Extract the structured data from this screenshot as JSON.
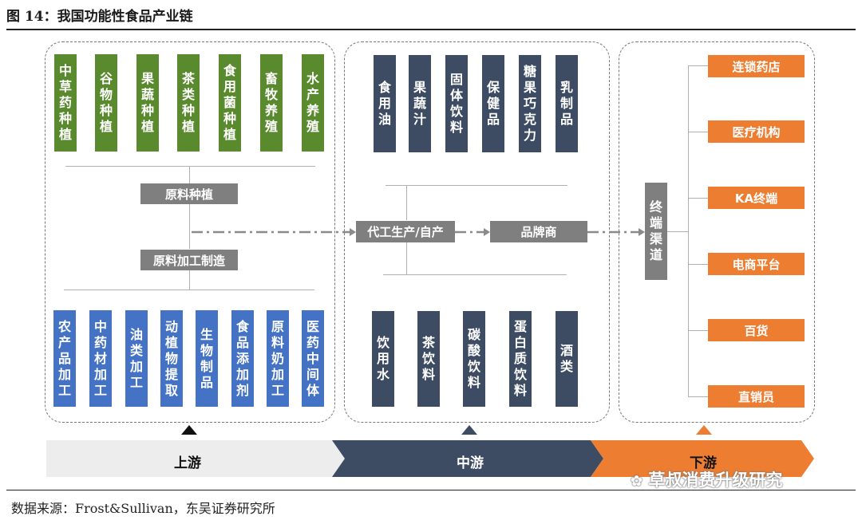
{
  "title": "图 14：我国功能性食品产业链",
  "source": "数据来源：Frost&Sullivan，东吴证券研究所",
  "watermark": "草叔消费升级研究",
  "upstream": {
    "planting": [
      "中草药种植",
      "谷物种植",
      "果蔬种植",
      "茶类种植",
      "食用菌种植",
      "畜牧养殖",
      "水产养殖"
    ],
    "planting_hub": "原料种植",
    "processing_hub": "原料加工制造",
    "processing": [
      "农产品加工",
      "中药材加工",
      "油类加工",
      "动植物提取",
      "生物制品",
      "食品添加剂",
      "原料奶加工",
      "医药中间体"
    ]
  },
  "midstream": {
    "top": [
      "食用油",
      "果蔬汁",
      "固体饮料",
      "保健品",
      "糖果巧克力",
      "乳制品"
    ],
    "oem": "代工生产/自产",
    "brand": "品牌商",
    "bottom": [
      "饮用水",
      "茶饮料",
      "碳酸饮料",
      "蛋白质饮料",
      "酒类"
    ]
  },
  "downstream": {
    "terminal": "终端渠道",
    "channels": [
      "连锁药店",
      "医疗机构",
      "KA终端",
      "电商平台",
      "百货",
      "直销员"
    ]
  },
  "bands": {
    "up": "上游",
    "mid": "中游",
    "down": "下游"
  },
  "colors": {
    "green": "#5a8a2e",
    "navy": "#3d4b63",
    "blue": "#4472c4",
    "gray": "#7f7f7f",
    "orange": "#ed7d31"
  }
}
